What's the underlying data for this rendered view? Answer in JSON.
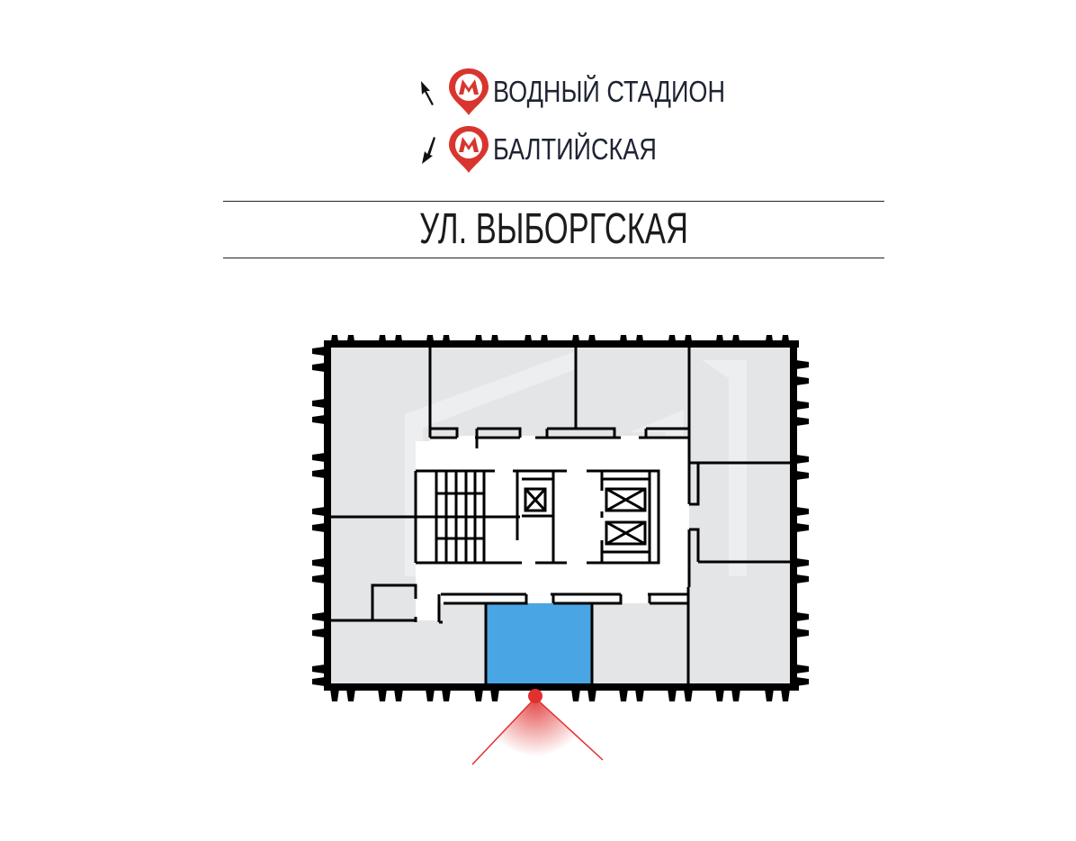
{
  "metro": {
    "stations": [
      {
        "name": "ВОДНЫЙ СТАДИОН",
        "direction": "up-left",
        "icon": "metro-pin-icon",
        "arrow_icon": "arrow-up-left-icon"
      },
      {
        "name": "БАЛТИЙСКАЯ",
        "direction": "down-left",
        "icon": "metro-pin-icon",
        "arrow_icon": "arrow-down-left-icon"
      }
    ],
    "logo_letter": "М",
    "pin_color": "#d9352f"
  },
  "street": {
    "name": "УЛ. ВЫБОРГСКАЯ"
  },
  "floor_plan": {
    "highlighted_unit_color": "#4aa5e4",
    "unit_color": "#e4e5e7",
    "core_color": "#ffffff",
    "wall_color": "#000000",
    "view_marker_color": "#e03030",
    "view_direction": "south"
  }
}
